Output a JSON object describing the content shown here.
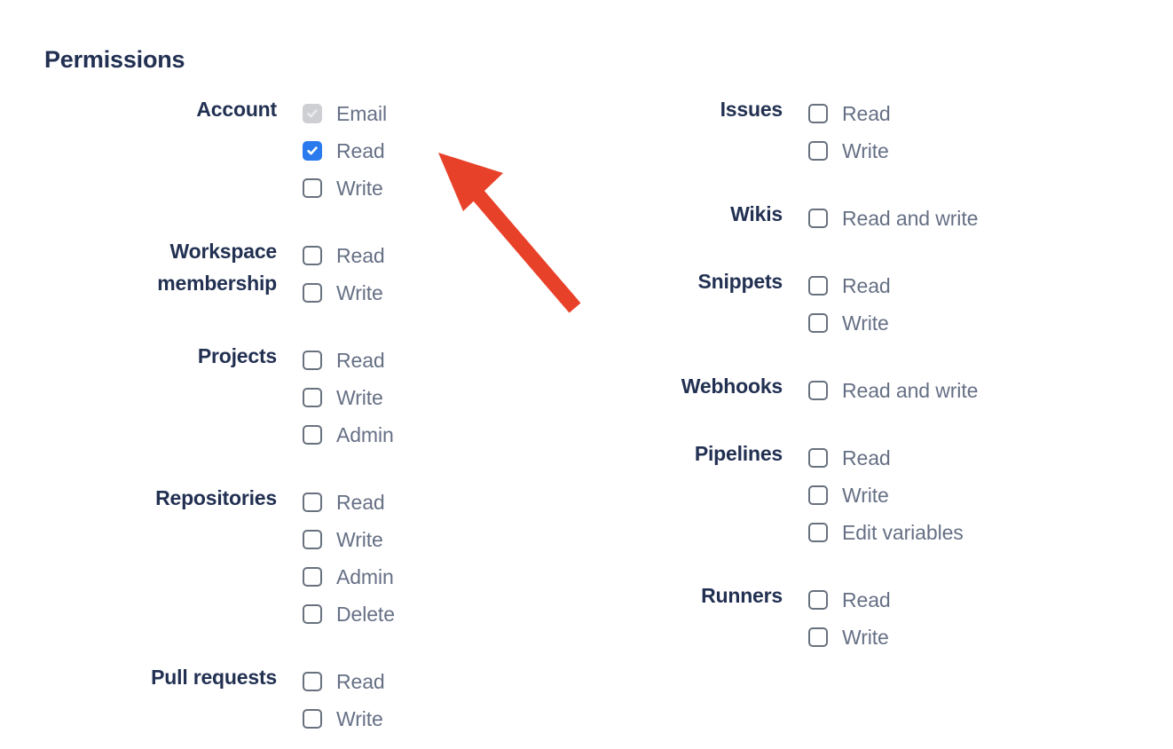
{
  "page": {
    "title": "Permissions",
    "colors": {
      "heading": "#223052",
      "option_label": "#667085",
      "checkbox_border": "#68717e",
      "checkbox_checked": "#2a7aee",
      "checkbox_disabled": "#cdcfd2",
      "annotation_arrow": "#e8412a",
      "background": "#ffffff"
    }
  },
  "columns": {
    "left": [
      {
        "label": "Account",
        "options": [
          {
            "label": "Email",
            "state": "checked-disabled"
          },
          {
            "label": "Read",
            "state": "checked"
          },
          {
            "label": "Write",
            "state": "unchecked"
          }
        ]
      },
      {
        "label": "Workspace\nmembership",
        "options": [
          {
            "label": "Read",
            "state": "unchecked"
          },
          {
            "label": "Write",
            "state": "unchecked"
          }
        ]
      },
      {
        "label": "Projects",
        "options": [
          {
            "label": "Read",
            "state": "unchecked"
          },
          {
            "label": "Write",
            "state": "unchecked"
          },
          {
            "label": "Admin",
            "state": "unchecked"
          }
        ]
      },
      {
        "label": "Repositories",
        "options": [
          {
            "label": "Read",
            "state": "unchecked"
          },
          {
            "label": "Write",
            "state": "unchecked"
          },
          {
            "label": "Admin",
            "state": "unchecked"
          },
          {
            "label": "Delete",
            "state": "unchecked"
          }
        ]
      },
      {
        "label": "Pull requests",
        "options": [
          {
            "label": "Read",
            "state": "unchecked"
          },
          {
            "label": "Write",
            "state": "unchecked"
          }
        ]
      }
    ],
    "right": [
      {
        "label": "Issues",
        "options": [
          {
            "label": "Read",
            "state": "unchecked"
          },
          {
            "label": "Write",
            "state": "unchecked"
          }
        ]
      },
      {
        "label": "Wikis",
        "options": [
          {
            "label": "Read and write",
            "state": "unchecked"
          }
        ]
      },
      {
        "label": "Snippets",
        "options": [
          {
            "label": "Read",
            "state": "unchecked"
          },
          {
            "label": "Write",
            "state": "unchecked"
          }
        ]
      },
      {
        "label": "Webhooks",
        "options": [
          {
            "label": "Read and write",
            "state": "unchecked"
          }
        ]
      },
      {
        "label": "Pipelines",
        "options": [
          {
            "label": "Read",
            "state": "unchecked"
          },
          {
            "label": "Write",
            "state": "unchecked"
          },
          {
            "label": "Edit variables",
            "state": "unchecked"
          }
        ]
      },
      {
        "label": "Runners",
        "options": [
          {
            "label": "Read",
            "state": "unchecked"
          },
          {
            "label": "Write",
            "state": "unchecked"
          }
        ]
      }
    ]
  },
  "annotation": {
    "icon": "arrow-icon",
    "color": "#e8412a",
    "points_at": "Account / Read checkbox"
  }
}
